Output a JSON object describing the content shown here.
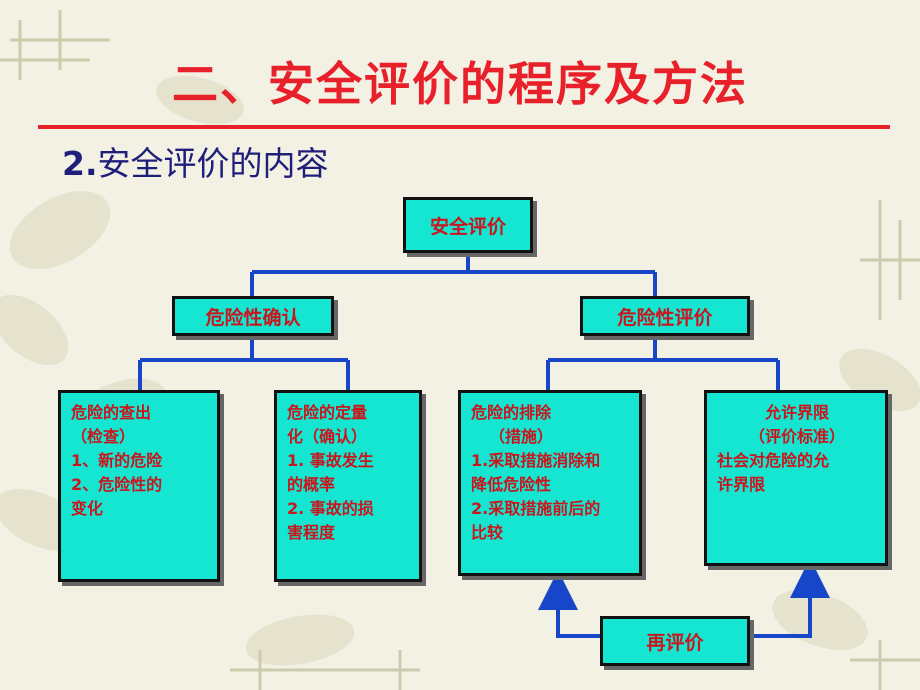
{
  "slide": {
    "title": "二、安全评价的程序及方法",
    "subtitle_num": "2.",
    "subtitle_text": "安全评价的内容"
  },
  "diagram": {
    "root": "安全评价",
    "left_branch": "危险性确认",
    "right_branch": "危险性评价",
    "leaves": {
      "hazard_detection": [
        "危险的查出",
        "（检查）",
        "1、新的危险",
        "2、危险性的",
        "变化"
      ],
      "quantification": [
        "危险的定量",
        "化（确认）",
        "1. 事故发生",
        "的概率",
        "2. 事故的损",
        "害程度"
      ],
      "elimination": [
        "危险的排除",
        "（措施）",
        "1.采取措施消除和",
        "降低危险性",
        "2.采取措施前后的",
        "比较"
      ],
      "limits": [
        "允许界限",
        "（评价标准）",
        "社会对危险的允",
        "许界限"
      ]
    },
    "reevaluation": "再评价",
    "colors": {
      "box_fill": "#14e6d2",
      "text": "#c9151b",
      "connector": "#1746c8",
      "title": "#e8202a"
    }
  }
}
